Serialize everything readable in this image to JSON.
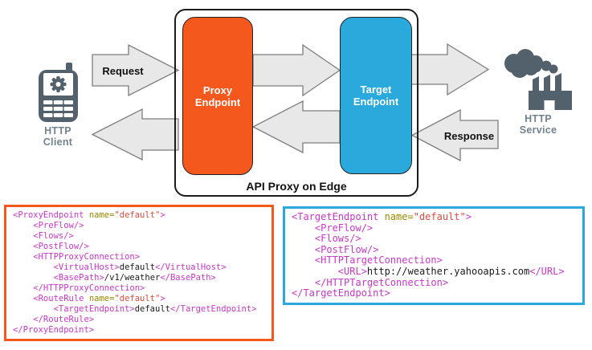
{
  "diagram": {
    "container_title": "API Proxy on Edge",
    "client": {
      "line1": "HTTP",
      "line2": "Client"
    },
    "service": {
      "line1": "HTTP",
      "line2": "Service"
    },
    "proxy": {
      "line1": "Proxy",
      "line2": "Endpoint"
    },
    "target": {
      "line1": "Target",
      "line2": "Endpoint"
    },
    "request_label": "Request",
    "response_label": "Response"
  },
  "colors": {
    "proxy_orange": "#F4581C",
    "target_blue": "#29A9DC",
    "arrow_fill": "#E8E8E8",
    "arrow_stroke": "#7D7D7D",
    "icon_gray": "#52616C",
    "label_gray": "#72818C",
    "code_tag": "#C837C8",
    "code_attr": "#998A00",
    "code_value": "#DC4B3F",
    "code_text": "#1A1A1A"
  },
  "code_blocks": [
    {
      "name": "proxy-endpoint-xml",
      "border_color": "#F4581C",
      "lines": [
        [
          {
            "c": "tag",
            "t": "<ProxyEndpoint "
          },
          {
            "c": "attr",
            "t": "name="
          },
          {
            "c": "val",
            "t": "\"default\""
          },
          {
            "c": "tag",
            "t": ">"
          }
        ],
        [
          {
            "c": "tag",
            "t": "    <PreFlow/>"
          }
        ],
        [
          {
            "c": "tag",
            "t": "    <Flows/>"
          }
        ],
        [
          {
            "c": "tag",
            "t": "    <PostFlow/>"
          }
        ],
        [
          {
            "c": "tag",
            "t": "    <HTTPProxyConnection>"
          }
        ],
        [
          {
            "c": "tag",
            "t": "        <VirtualHost>"
          },
          {
            "c": "txt",
            "t": "default"
          },
          {
            "c": "tag",
            "t": "</VirtualHost>"
          }
        ],
        [
          {
            "c": "tag",
            "t": "        <BasePath>"
          },
          {
            "c": "txt",
            "t": "/v1/weather"
          },
          {
            "c": "tag",
            "t": "</BasePath>"
          }
        ],
        [
          {
            "c": "tag",
            "t": "    </HTTPProxyConnection>"
          }
        ],
        [
          {
            "c": "tag",
            "t": "    <RouteRule "
          },
          {
            "c": "attr",
            "t": "name="
          },
          {
            "c": "val",
            "t": "\"default\""
          },
          {
            "c": "tag",
            "t": ">"
          }
        ],
        [
          {
            "c": "tag",
            "t": "        <TargetEndpoint>"
          },
          {
            "c": "txt",
            "t": "default"
          },
          {
            "c": "tag",
            "t": "</TargetEndpoint>"
          }
        ],
        [
          {
            "c": "tag",
            "t": "    </RouteRule>"
          }
        ],
        [
          {
            "c": "tag",
            "t": "</ProxyEndpoint>"
          }
        ]
      ]
    },
    {
      "name": "target-endpoint-xml",
      "border_color": "#29A9DC",
      "lines": [
        [
          {
            "c": "tag",
            "t": "<TargetEndpoint "
          },
          {
            "c": "attr",
            "t": "name="
          },
          {
            "c": "val",
            "t": "\"default\""
          },
          {
            "c": "tag",
            "t": ">"
          }
        ],
        [
          {
            "c": "tag",
            "t": "    <PreFlow/>"
          }
        ],
        [
          {
            "c": "tag",
            "t": "    <Flows/>"
          }
        ],
        [
          {
            "c": "tag",
            "t": "    <PostFlow/>"
          }
        ],
        [
          {
            "c": "tag",
            "t": "    <HTTPTargetConnection>"
          }
        ],
        [
          {
            "c": "tag",
            "t": "        <URL>"
          },
          {
            "c": "txt",
            "t": "http://weather.yahooapis.com"
          },
          {
            "c": "tag",
            "t": "</URL>"
          }
        ],
        [
          {
            "c": "tag",
            "t": "    </HTTPTargetConnection>"
          }
        ],
        [
          {
            "c": "tag",
            "t": "</TargetEndpoint>"
          }
        ]
      ]
    }
  ]
}
